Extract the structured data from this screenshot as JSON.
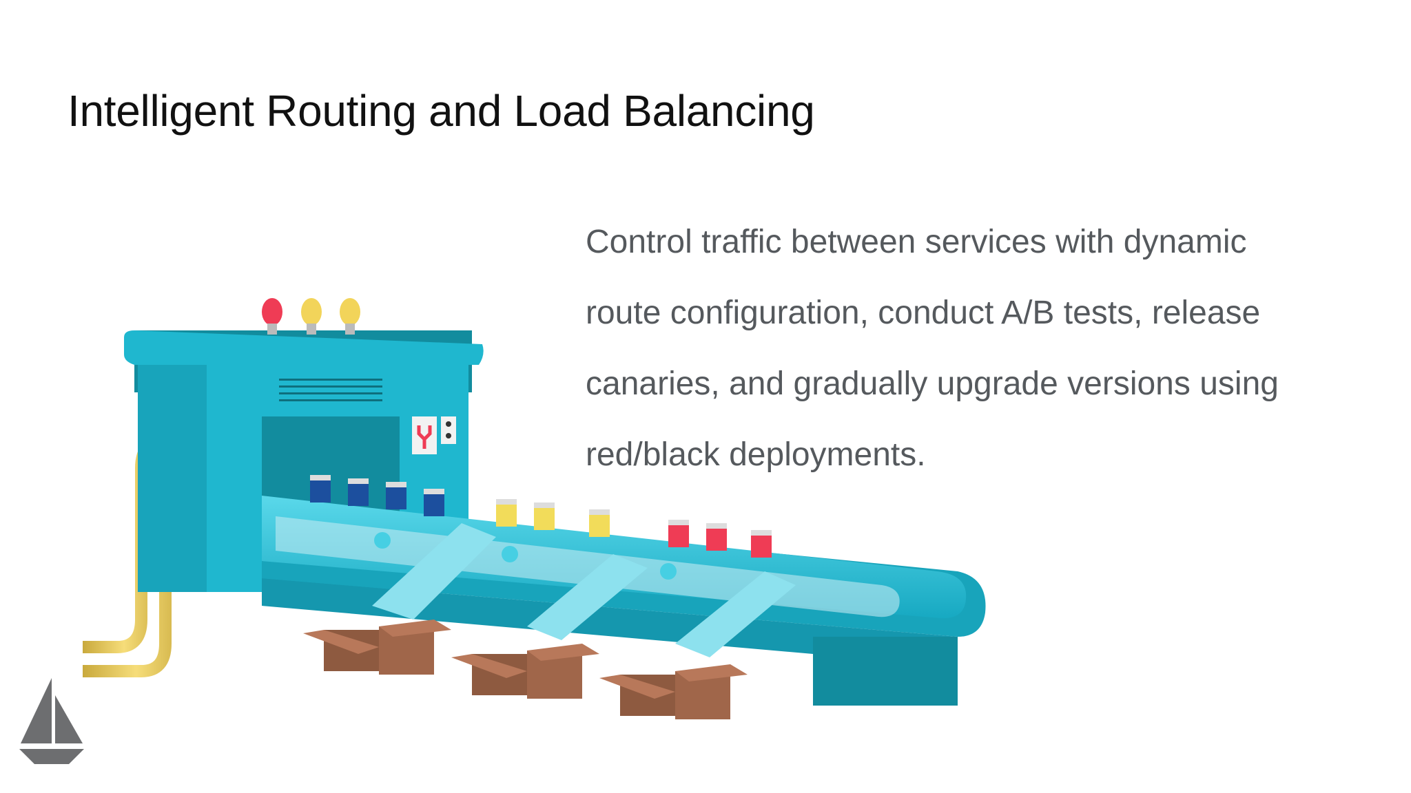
{
  "slide": {
    "title": "Intelligent Routing and Load Balancing",
    "body_lines": [
      "Control traffic between services with dynamic",
      "route configuration, conduct A/B tests, release",
      "canaries, and gradually upgrade versions using",
      "red/black deployments."
    ]
  },
  "illustration": {
    "subject": "conveyor-belt-factory-machine",
    "icons": [
      "light-bulb-icon",
      "control-panel-icon",
      "box-icon",
      "can-icon"
    ],
    "colors": {
      "machine": "#1fb7cf",
      "machine_dark": "#128c9e",
      "belt": "#46cfe3",
      "pipe": "#e8c95a",
      "box": "#a0664a",
      "can_blue": "#1c4f9e",
      "can_yellow": "#f2dc5a",
      "can_red": "#ef3c55",
      "bulb_red": "#ef3c55",
      "bulb_yellow": "#f2d45a"
    }
  },
  "logo": {
    "icon": "sailboat-logo-icon",
    "color": "#6d6e70"
  }
}
